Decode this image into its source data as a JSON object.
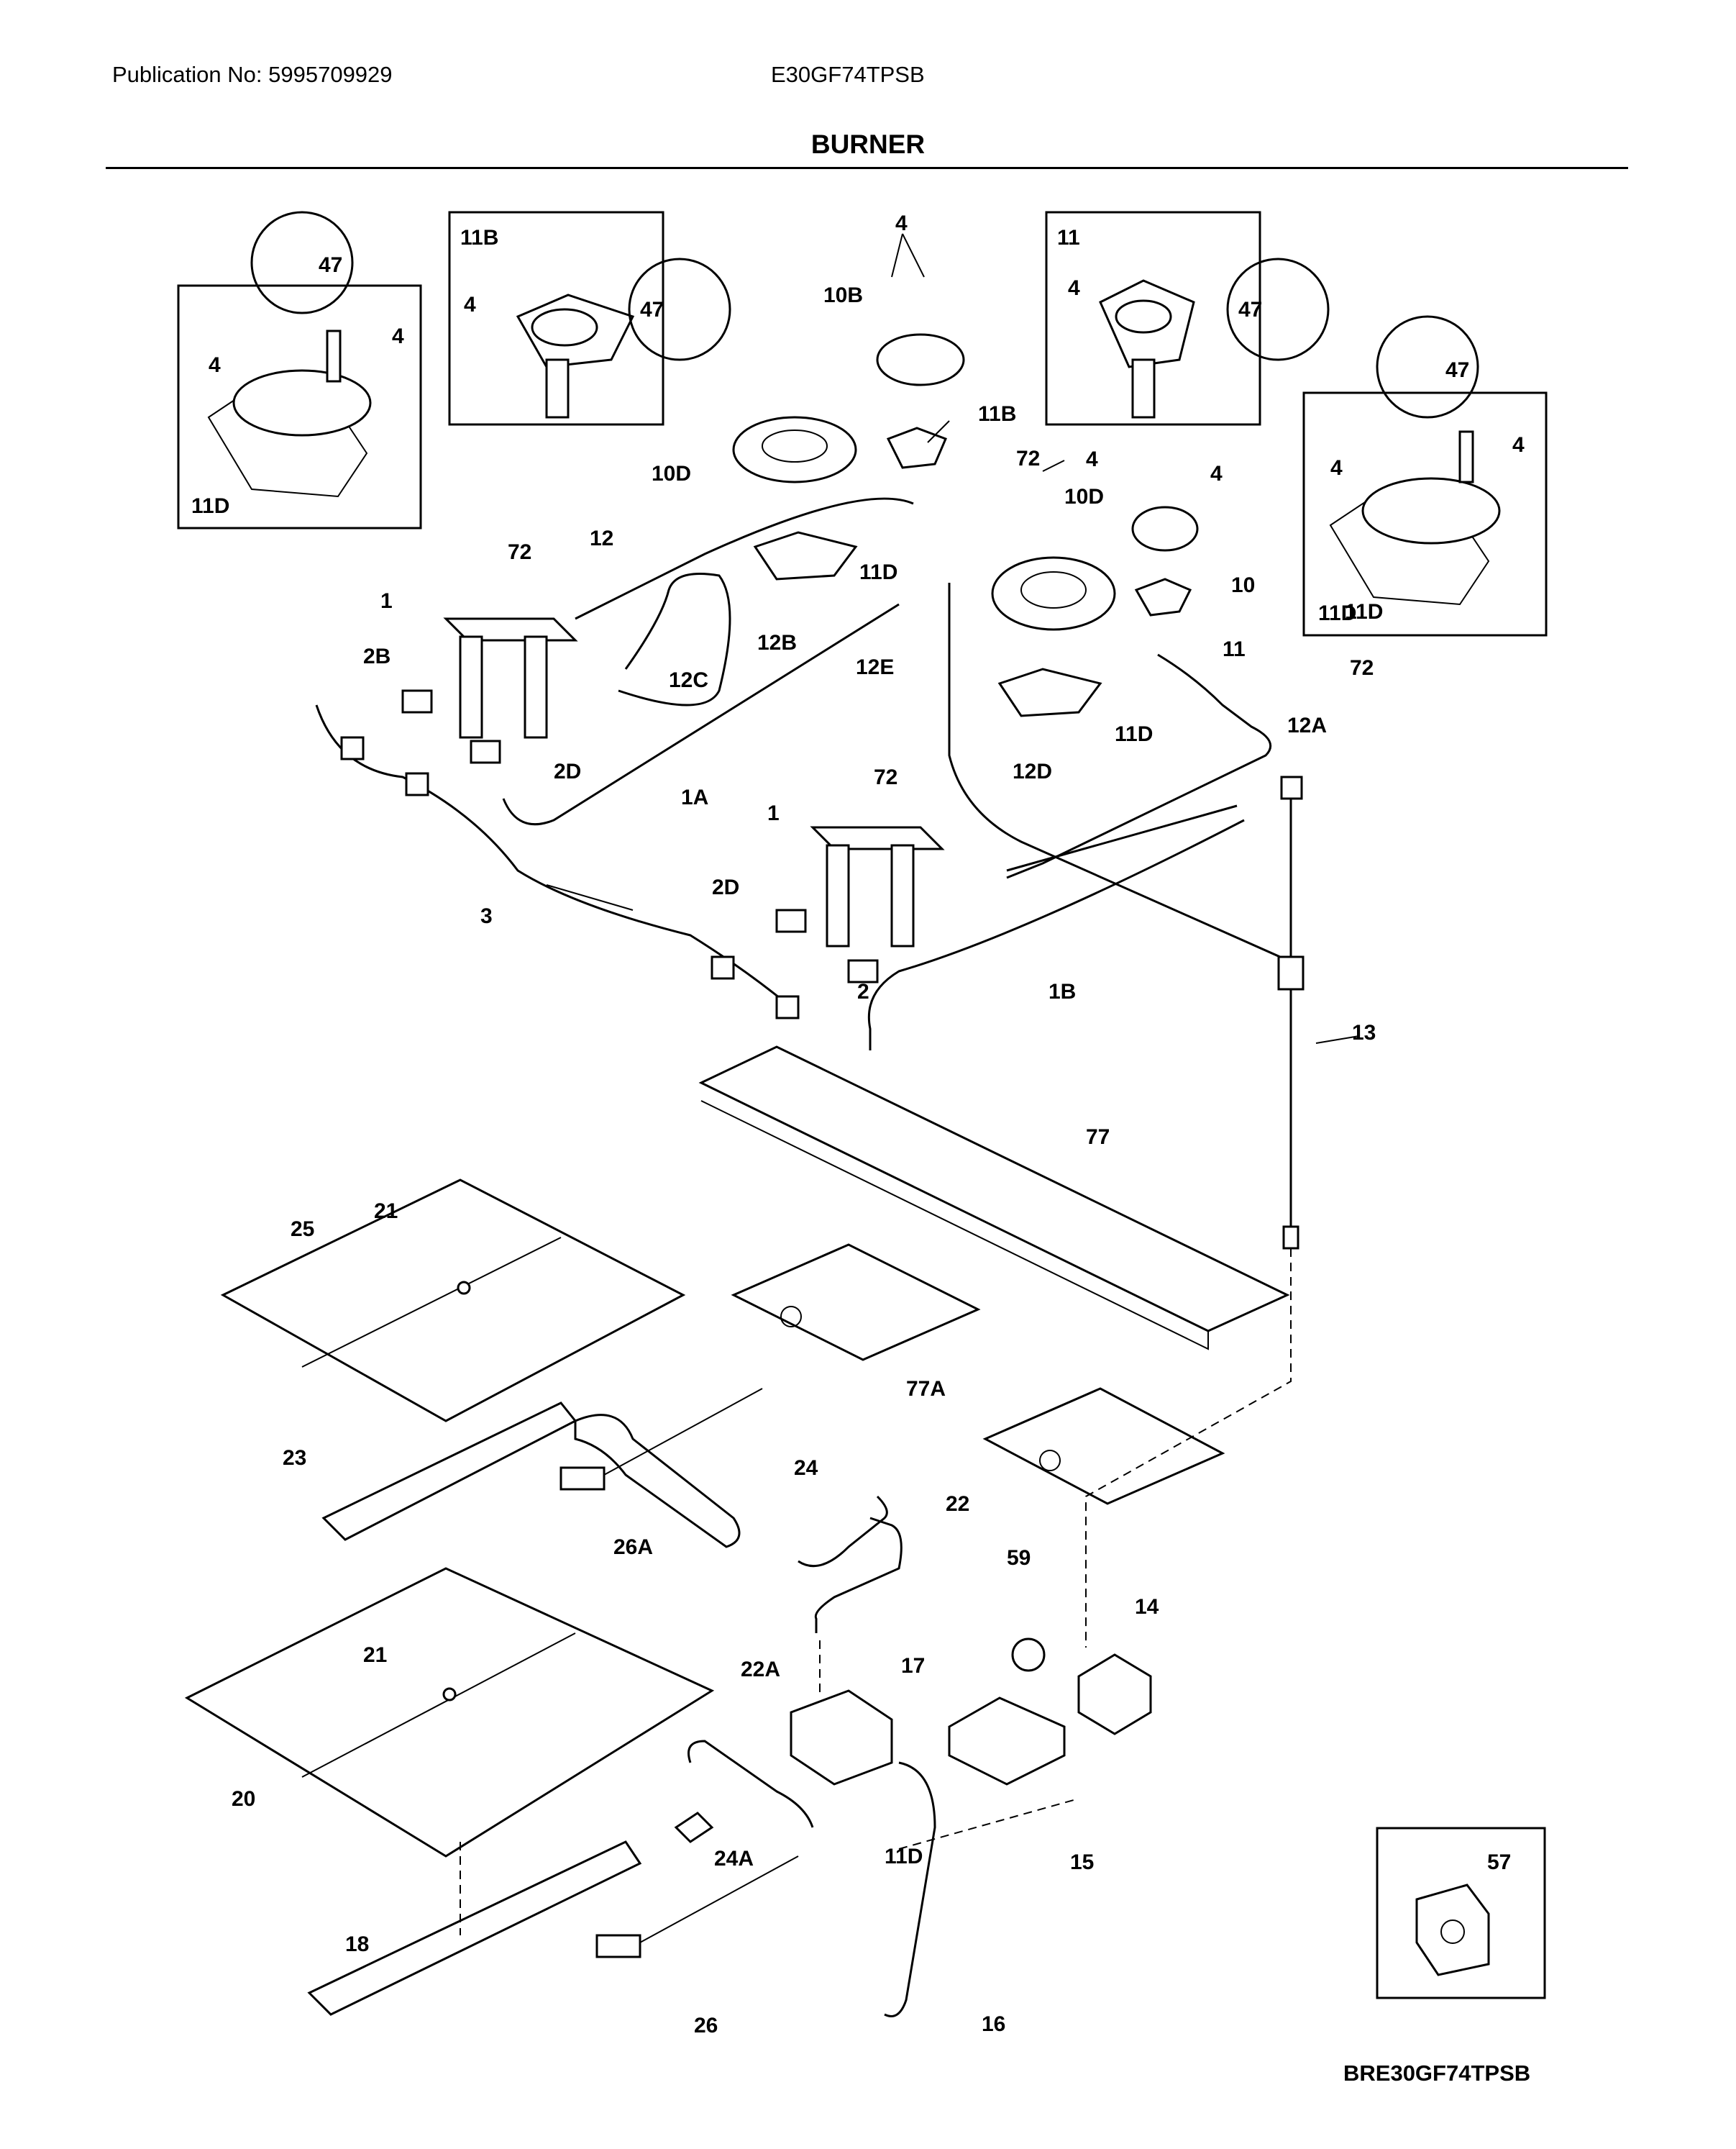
{
  "header": {
    "publication": "Publication No: 5995709929",
    "model": "E30GF74TPSB",
    "title": "BURNER"
  },
  "footer": {
    "drawing_code": "BRE30GF74TPSB"
  },
  "callouts": {
    "c47a": "47",
    "c11b": "11B",
    "c47b": "47",
    "c4a": "4",
    "c10b": "10B",
    "c11": "11",
    "c47c": "47",
    "c47d": "47",
    "c4b": "4",
    "c4c": "4",
    "c4d": "4",
    "c4e": "4",
    "c4f": "4",
    "c4g": "4",
    "c4h": "4",
    "c4i": "4",
    "c11da": "11D",
    "c10d": "10D",
    "c11bb": "11B",
    "c72a": "72",
    "c10db": "10D",
    "c10": "10",
    "c11b2": "11",
    "c11db": "11D",
    "c72b": "72",
    "c12": "12",
    "c11dc": "11D",
    "c1a": "1",
    "c2b": "2B",
    "c12c": "12C",
    "c12b": "12B",
    "c12e": "12E",
    "c11dd": "11D",
    "c72c": "72",
    "c12a": "12A",
    "c2d": "2D",
    "c1a2": "1A",
    "c12d": "12D",
    "c72d": "72",
    "c1b": "1",
    "c3": "3",
    "c2db": "2D",
    "c2": "2",
    "c1b2": "1B",
    "c13": "13",
    "c77": "77",
    "c25": "25",
    "c21": "21",
    "c77a": "77A",
    "c23": "23",
    "c24": "24",
    "c26a": "26A",
    "c22": "22",
    "c59": "59",
    "c14": "14",
    "c21b": "21",
    "c17": "17",
    "c22a": "22A",
    "c20": "20",
    "c24a": "24A",
    "c15": "15",
    "c57": "57",
    "c18": "18",
    "c16": "16",
    "c26": "26",
    "c11dbox": "11D",
    "c11dbox2": "11D"
  }
}
